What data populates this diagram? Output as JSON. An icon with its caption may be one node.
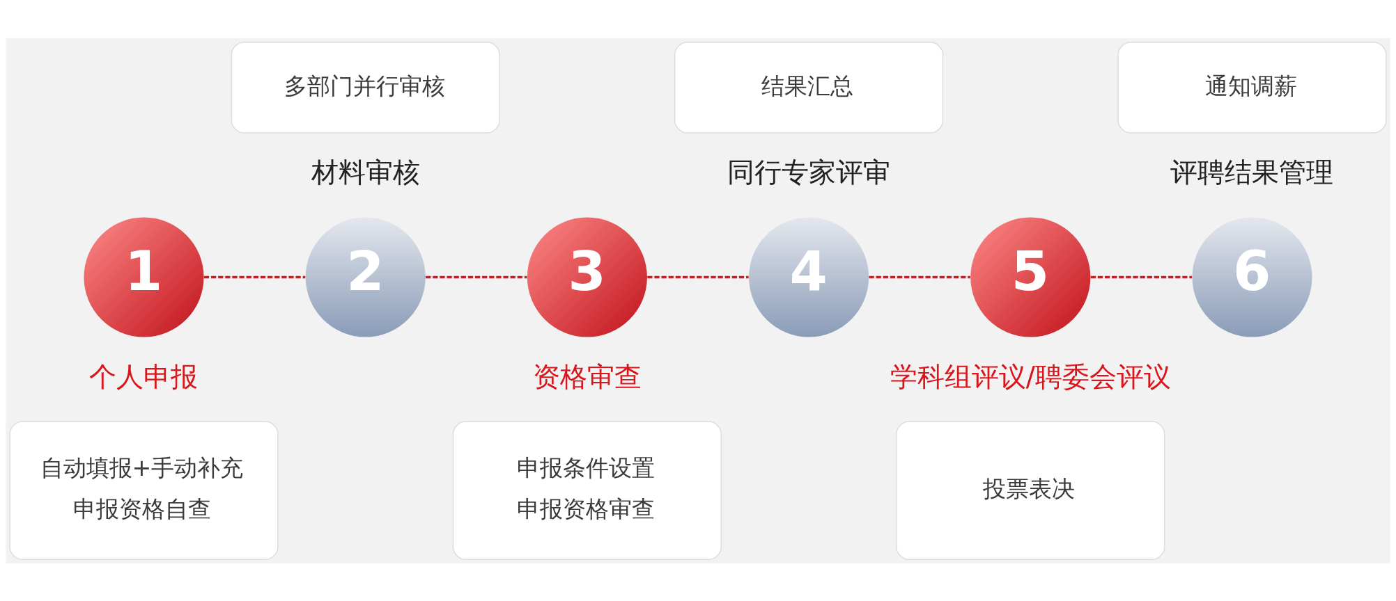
{
  "diagram": {
    "nodes": [
      {
        "text": [
          "多部门并行审核"
        ]
      },
      {
        "text": [
          "结果汇总"
        ]
      },
      {
        "text": [
          "通知调薪"
        ]
      },
      {
        "text": [
          "1"
        ],
        "beside": [
          "个人申报"
        ]
      },
      {
        "text": [
          "2"
        ],
        "beside": [
          "材料审核"
        ]
      },
      {
        "text": [
          "3"
        ],
        "beside": [
          "资格审查"
        ]
      },
      {
        "text": [
          "4"
        ],
        "beside": [
          "同行专家评审"
        ]
      },
      {
        "text": [
          "5"
        ],
        "beside": [
          "学科组评议/聘委会评议"
        ]
      },
      {
        "text": [
          "6"
        ],
        "beside": [
          "评聘结果管理"
        ]
      },
      {
        "text": [
          "自动填报+手动补充",
          "申报资格自查"
        ]
      },
      {
        "text": [
          "申报条件设置",
          "申报资格审查"
        ]
      },
      {
        "text": [
          "投票表决"
        ]
      }
    ],
    "edges": [
      {
        "from": 3,
        "to": 4,
        "arrow": "none",
        "style": "dashed"
      },
      {
        "from": 4,
        "to": 5,
        "arrow": "none",
        "style": "dashed"
      },
      {
        "from": 5,
        "to": 6,
        "arrow": "none",
        "style": "dashed"
      },
      {
        "from": 6,
        "to": 7,
        "arrow": "none",
        "style": "dashed"
      },
      {
        "from": 7,
        "to": 8,
        "arrow": "none",
        "style": "dashed"
      }
    ]
  }
}
